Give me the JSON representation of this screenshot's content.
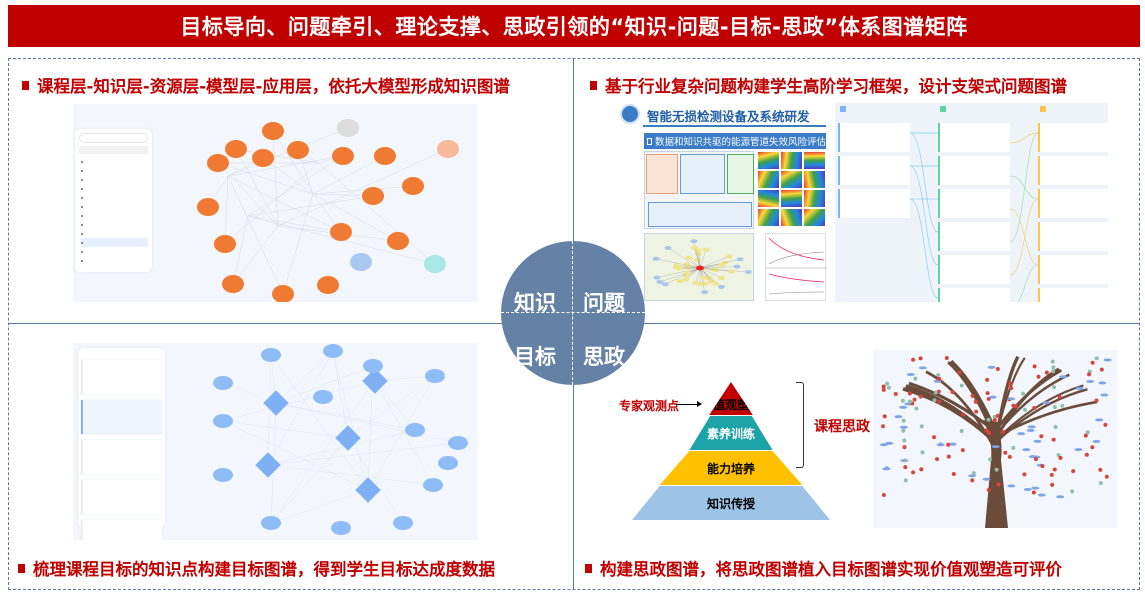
{
  "title": "目标导向、问题牵引、理论支撑、思政引领的“知识-问题-目标-思政”体系图谱矩阵",
  "quadrants": {
    "knowledge": {
      "heading": "课程层-知识层-资源层-模型层-应用层，依托大模型形成知识图谱"
    },
    "problem": {
      "heading": "基于行业复杂问题构建学生高阶学习框架，设计支架式问题图谱",
      "project_title": "智能无损检测设备及系统研发",
      "subtitle": "数据和知识共驱的能源管道失效风险评估"
    },
    "goal": {
      "heading": "梳理课程目标的知识点构建目标图谱，得到学生目标达成度数据"
    },
    "ideology": {
      "heading": "构建思政图谱，将思政图谱植入目标图谱实现价值观塑造可评价",
      "expert_label": "专家观测点",
      "bracket_label": "课程思政",
      "pyramid": [
        "价值观塑造",
        "素养训练",
        "能力培养",
        "知识传授"
      ]
    }
  },
  "center": {
    "tl": "知识",
    "tr": "问题",
    "bl": "目标",
    "br": "思政"
  },
  "colors": {
    "red": "#c00000",
    "circle": "#6581a6",
    "pyramid": [
      "#c00000",
      "#1ba3a8",
      "#ffc000",
      "#9dc3e6"
    ]
  }
}
